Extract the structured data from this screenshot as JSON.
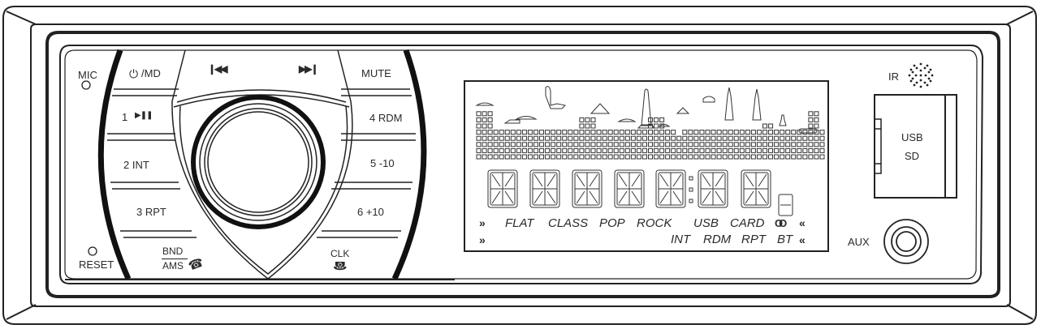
{
  "device": "Car stereo head unit front panel",
  "colors": {
    "line": "#222222",
    "background": "#ffffff"
  },
  "left_panel": {
    "mic_label": "MIC",
    "reset_label": "RESET",
    "buttons": [
      {
        "id": "power-md",
        "icon": "power-icon",
        "label": "/MD"
      },
      {
        "id": "preset-1",
        "label": "1",
        "icon": "play-pause-icon"
      },
      {
        "id": "preset-2",
        "label": "2  INT"
      },
      {
        "id": "preset-3",
        "label": "3  RPT"
      },
      {
        "id": "bnd-ams",
        "label_top": "BND",
        "label_bottom": "AMS",
        "icon": "phone-answer-icon"
      }
    ]
  },
  "center": {
    "prev_icon": "skip-previous-icon",
    "next_icon": "skip-next-icon",
    "knob": "volume-knob"
  },
  "right_buttons": [
    {
      "id": "mute",
      "label": "MUTE"
    },
    {
      "id": "preset-4",
      "label": "4 RDM"
    },
    {
      "id": "preset-5",
      "label": "5  -10"
    },
    {
      "id": "preset-6",
      "label": "6  +10"
    },
    {
      "id": "clk",
      "label": "CLK",
      "icon": "phone-hangup-icon"
    }
  ],
  "display": {
    "segments": 7,
    "eq_row": {
      "left": "»",
      "items": [
        "FLAT",
        "CLASS",
        "POP",
        "ROCK",
        "USB",
        "CARD"
      ],
      "stereo_icon": "stereo-icon",
      "right": "«"
    },
    "mode_row": {
      "left": "»",
      "items": [
        "INT",
        "RDM",
        "RPT",
        "BT"
      ],
      "right": "«"
    }
  },
  "right_panel": {
    "ir_label": "IR",
    "slot_labels": [
      "USB",
      "SD"
    ],
    "aux_label": "AUX"
  }
}
